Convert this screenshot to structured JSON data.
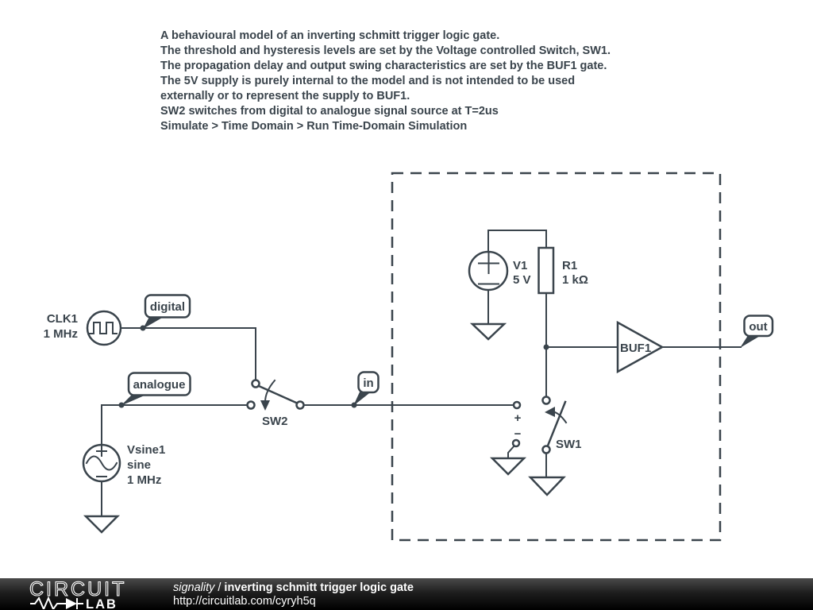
{
  "colors": {
    "stroke": "#3a444c",
    "footer_text": "#ffffff",
    "footer_bar_top": "#4a4a4a",
    "footer_bar_bottom": "#000000"
  },
  "description": {
    "lines": [
      "A behavioural model of an inverting schmitt trigger logic gate.",
      "The threshold and hysteresis levels are set by the Voltage controlled Switch, SW1.",
      "The propagation delay and output swing characteristics are set by the BUF1 gate.",
      "The 5V supply is purely internal to the model and is not intended to be used",
      "externally or to represent the supply to BUF1.",
      "SW2 switches from digital to analogue signal source at T=2us",
      "Simulate > Time Domain > Run Time-Domain Simulation"
    ]
  },
  "schematic": {
    "flags": {
      "digital": "digital",
      "analogue": "analogue",
      "in": "in",
      "out": "out"
    },
    "components": {
      "clk1": {
        "label": "CLK1",
        "value": "1 MHz"
      },
      "vsine1": {
        "label": "Vsine1",
        "type": "sine",
        "value": "1 MHz"
      },
      "v1": {
        "label": "V1",
        "value": "5 V"
      },
      "r1": {
        "label": "R1",
        "value": "1 kΩ"
      },
      "sw2": {
        "label": "SW2"
      },
      "sw1": {
        "label": "SW1",
        "plus": "+",
        "minus": "−"
      },
      "buf1": {
        "label": "BUF1"
      }
    }
  },
  "footer": {
    "logo_line1": "CIRCUIT",
    "logo_line2": "LAB",
    "author": "signality",
    "separator": "/",
    "title": "inverting schmitt trigger logic gate",
    "url": "http://circuitlab.com/cyryh5q"
  }
}
